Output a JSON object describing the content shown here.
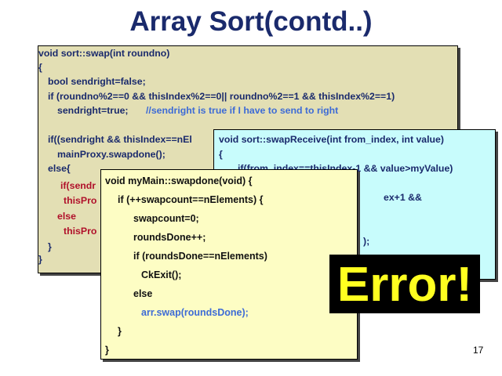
{
  "title": "Array Sort(contd..)",
  "page_number": "17",
  "error_label": "Error!",
  "swap_code": [
    "void sort::swap(int roundno)",
    "{",
    "bool sendright=false;",
    "if (roundno%2==0 && thisIndex%2==0|| roundno%2==1 && thisIndex%2==1)",
    "sendright=true;",
    "//sendright is true if I have to send to right",
    "if((sendright && thisIndex==nEl",
    "mainProxy.swapdone();",
    "else{",
    "if(sendr",
    "thisPro",
    "else",
    "thisPro",
    "}",
    "}"
  ],
  "swapreceive_code": [
    "void sort::swapReceive(int from_index, int value)",
    "{",
    "if(from_index==thisIndex-1 && value>myValue)",
    "ex+1 &&",
    ");"
  ],
  "swapdone_code": [
    "void myMain::swapdone(void) {",
    "if (++swapcount==nElements) {",
    "swapcount=0;",
    "roundsDone++;",
    "if (roundsDone==nElements)",
    "CkExit();",
    "else",
    "arr.swap(roundsDone);",
    "}",
    "}"
  ]
}
